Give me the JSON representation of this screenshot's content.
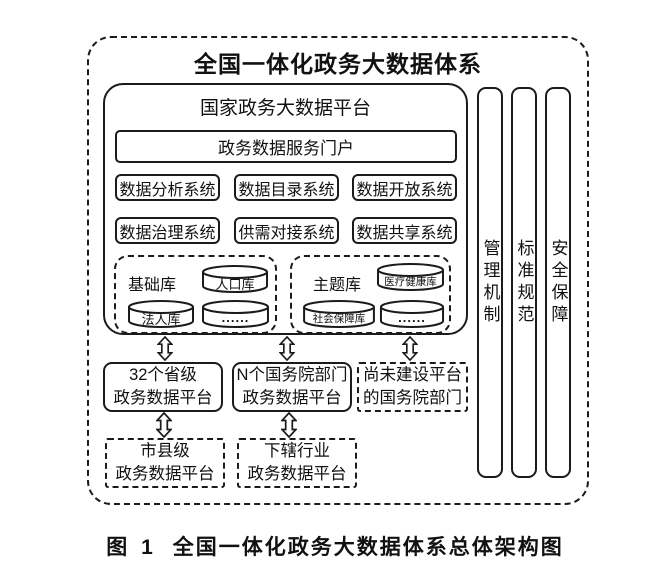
{
  "colors": {
    "ink": "#1b1b1b",
    "background": "#ffffff"
  },
  "figure": {
    "title": "全国一体化政务大数据体系",
    "platform": {
      "name": "国家政务大数据平台",
      "portal": "政务数据服务门户",
      "systems": [
        "数据分析系统",
        "数据目录系统",
        "数据开放系统",
        "数据治理系统",
        "供需对接系统",
        "数据共享系统"
      ],
      "base_library": {
        "label": "基础库",
        "databases": [
          "人口库",
          "法人库",
          "......"
        ]
      },
      "theme_library": {
        "label": "主题库",
        "databases": [
          "医疗健康库",
          "社会保障库",
          "......"
        ]
      }
    },
    "pillars": [
      {
        "label": "管理机制"
      },
      {
        "label": "标准规范"
      },
      {
        "label": "安全保障"
      }
    ],
    "platform_nodes": [
      {
        "line1": "32个省级",
        "line2": "政务数据平台"
      },
      {
        "line1": "N个国务院部门",
        "line2": "政务数据平台"
      },
      {
        "line1": "尚未建设平台",
        "line2": "的国务院部门"
      }
    ],
    "sub_nodes": [
      {
        "line1": "市县级",
        "line2": "政务数据平台"
      },
      {
        "line1": "下辖行业",
        "line2": "政务数据平台"
      }
    ],
    "caption": {
      "prefix": "图 1",
      "text": "全国一体化政务大数据体系总体架构图"
    }
  }
}
